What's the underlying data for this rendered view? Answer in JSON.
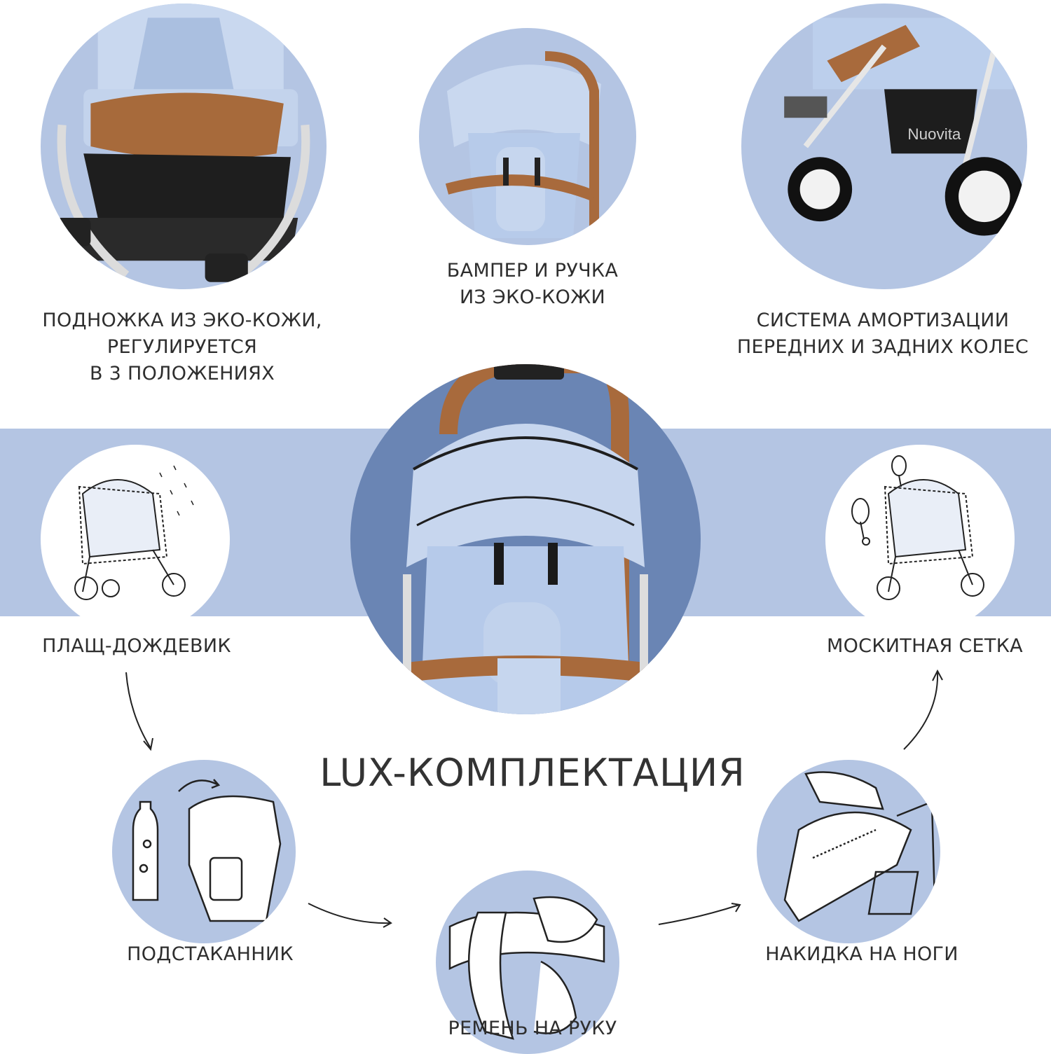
{
  "colors": {
    "circle_fill": "#b4c5e3",
    "center_fill": "#6a85b4",
    "band_fill": "#b4c5e3",
    "leather": "#a86a3c",
    "fabric": "#b9cdea"
  },
  "features": [
    {
      "id": "footrest",
      "icon": "footrest-photo",
      "label_lines": [
        "ПОДНОЖКА ИЗ ЭКО-КОЖИ,",
        "РЕГУЛИРУЕТСЯ",
        "В 3 ПОЛОЖЕНИЯХ"
      ]
    },
    {
      "id": "bumper",
      "icon": "bumper-handle-photo",
      "label_lines": [
        "БАМПЕР И РУЧКА",
        "ИЗ ЭКО-КОЖИ"
      ]
    },
    {
      "id": "suspension",
      "icon": "wheels-suspension-photo",
      "label_lines": [
        "СИСТЕМА АМОРТИЗАЦИИ",
        "ПЕРЕДНИХ И ЗАДНИХ КОЛЕС"
      ],
      "brand_text": "Nuovita"
    },
    {
      "id": "raincover",
      "icon": "raincover-drawing",
      "label_lines": [
        "ПЛАЩ-ДОЖДЕВИК"
      ]
    },
    {
      "id": "mosquito",
      "icon": "mosquito-net-drawing",
      "label_lines": [
        "МОСКИТНАЯ СЕТКА"
      ]
    },
    {
      "id": "cupholder",
      "icon": "cupholder-drawing",
      "label_lines": [
        "ПОДСТАКАННИК"
      ]
    },
    {
      "id": "wriststrap",
      "icon": "wrist-strap-drawing",
      "label_lines": [
        "РЕМЕНЬ НА РУКУ"
      ]
    },
    {
      "id": "footcover",
      "icon": "footcover-drawing",
      "label_lines": [
        "НАКИДКА НА НОГИ"
      ]
    }
  ],
  "title": "LUX-КОМПЛЕКТАЦИЯ"
}
